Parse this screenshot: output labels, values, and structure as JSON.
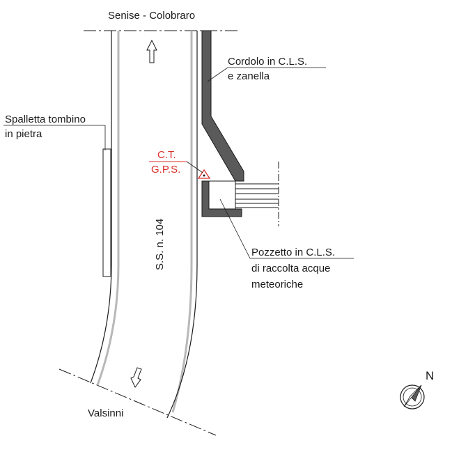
{
  "labels": {
    "top_destination": "Senise - Colobraro",
    "bottom_destination": "Valsinni",
    "road_name": "S.S. n. 104",
    "curb_line1": "Cordolo in C.L.S.",
    "curb_line2": "e zanella",
    "parapet_line1": "Spalletta tombino",
    "parapet_line2": "in pietra",
    "survey_line1": "C.T.",
    "survey_line2": "G.P.S.",
    "well_line1": "Pozzetto in C.L.S.",
    "well_line2": "di raccolta acque",
    "well_line3": "meteoriche",
    "north": "N"
  },
  "colors": {
    "ink": "#1a1a1a",
    "survey_red": "#d8302a",
    "curb_fill": "#5a5a5a",
    "road_grey": "#b8b8b8"
  },
  "icons": {
    "direction_up": "arrow-up-icon",
    "direction_down": "arrow-down-icon",
    "survey_point": "survey-triangle-icon",
    "compass": "north-arrow-icon"
  }
}
